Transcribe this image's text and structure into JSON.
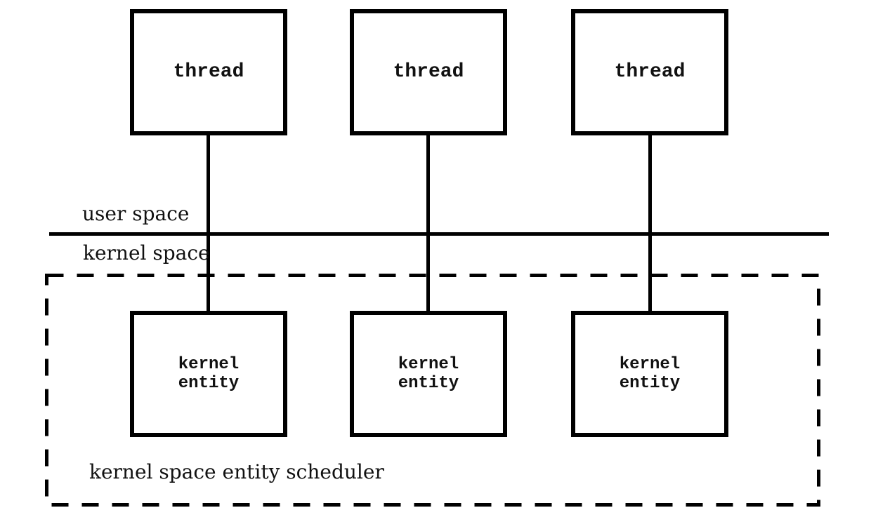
{
  "diagram": {
    "title_hint": "threads mapped one-to-one onto kernel entities",
    "colors": {
      "background": "#ffffff",
      "line": "#000000",
      "text": "#111111"
    },
    "thread_boxes": [
      {
        "label": "thread"
      },
      {
        "label": "thread"
      },
      {
        "label": "thread"
      }
    ],
    "kernel_entity_boxes": [
      {
        "label": "kernel\nentity"
      },
      {
        "label": "kernel\nentity"
      },
      {
        "label": "kernel\nentity"
      }
    ],
    "labels": {
      "user_space": "user space",
      "kernel_space": "kernel space",
      "scheduler": "kernel space entity scheduler"
    }
  }
}
